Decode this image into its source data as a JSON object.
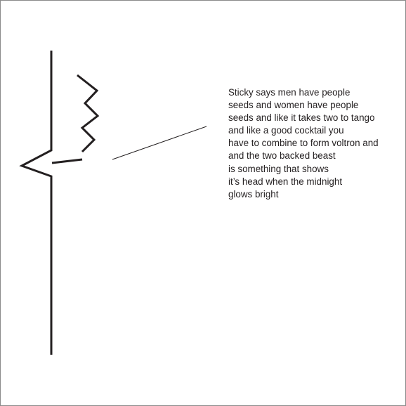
{
  "caption": {
    "lines": [
      "Sticky says men have people",
      "seeds and women have people",
      "seeds and like it takes two to tango",
      "and like a good cocktail you",
      "have to combine to form voltron and",
      "and the two backed beast",
      "is something that shows",
      "it’s head when the midnight",
      "glows bright"
    ]
  },
  "colors": {
    "ink": "#231f20",
    "frame": "#8a8a8a",
    "background": "#ffffff"
  }
}
